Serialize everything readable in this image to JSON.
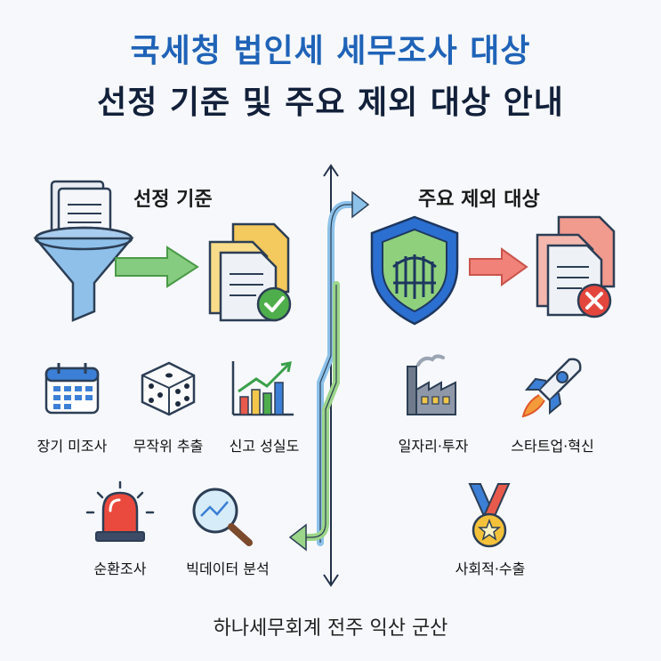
{
  "title_line1": "국세청 법인세 세무조사 대상",
  "title_line2": "선정 기준 및 주요 제외 대상 안내",
  "left_section": {
    "title": "선정 기준",
    "items": [
      {
        "label": "장기 미조사",
        "icon": "calendar-icon"
      },
      {
        "label": "무작위 추출",
        "icon": "dice-icon"
      },
      {
        "label": "신고 성실도",
        "icon": "bar-chart-icon"
      },
      {
        "label": "순환조사",
        "icon": "siren-icon"
      },
      {
        "label": "빅데이터 분석",
        "icon": "magnifier-icon"
      }
    ]
  },
  "right_section": {
    "title": "주요 제외 대상",
    "items": [
      {
        "label": "일자리·투자",
        "icon": "factory-icon"
      },
      {
        "label": "스타트업·혁신",
        "icon": "rocket-icon"
      },
      {
        "label": "사회적·수출",
        "icon": "medal-icon"
      }
    ]
  },
  "footer": "하나세무회계 전주 익산 군산",
  "colors": {
    "title_blue": "#1f63b8",
    "green_arrow": "#7cc47a",
    "red_arrow": "#ef7f78",
    "shield_blue": "#2b6fd1",
    "check_green": "#46a84a",
    "cross_red": "#d9443a"
  }
}
